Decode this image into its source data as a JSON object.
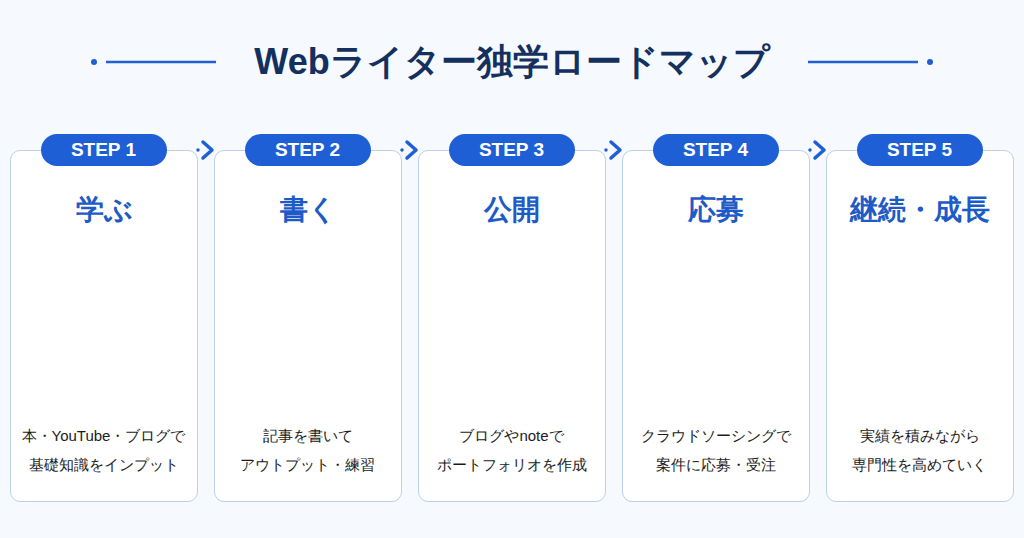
{
  "diagram": {
    "title": "Webライター独学ロードマップ",
    "nodes": [
      {
        "text": [
          "学ぶ",
          "本・YouTube・ブログで 基礎知識をインプット"
        ]
      },
      {
        "text": [
          "STEP 1"
        ],
        "in": 0
      },
      {
        "text": [
          "書く",
          "記事を書いて アウトプット・練習"
        ]
      },
      {
        "text": [
          "STEP 2"
        ],
        "in": 2
      },
      {
        "text": [
          "公開",
          "ブログやnoteで ポートフォリオを作成"
        ]
      },
      {
        "text": [
          "STEP 3"
        ],
        "in": 4
      },
      {
        "text": [
          "応募",
          "クラウドソーシングで 案件に応募・受注"
        ]
      },
      {
        "text": [
          "STEP 4"
        ],
        "in": 6
      },
      {
        "text": [
          "継続・成長",
          "実績を積みながら 専門性を高めていく"
        ]
      },
      {
        "text": [
          "STEP 5"
        ],
        "in": 8
      }
    ],
    "edges": [
      {
        "from": 0,
        "to": 2,
        "arrow": "to"
      },
      {
        "from": 2,
        "to": 4,
        "arrow": "to"
      },
      {
        "from": 4,
        "to": 6,
        "arrow": "to"
      },
      {
        "from": 6,
        "to": 8,
        "arrow": "to"
      }
    ]
  }
}
